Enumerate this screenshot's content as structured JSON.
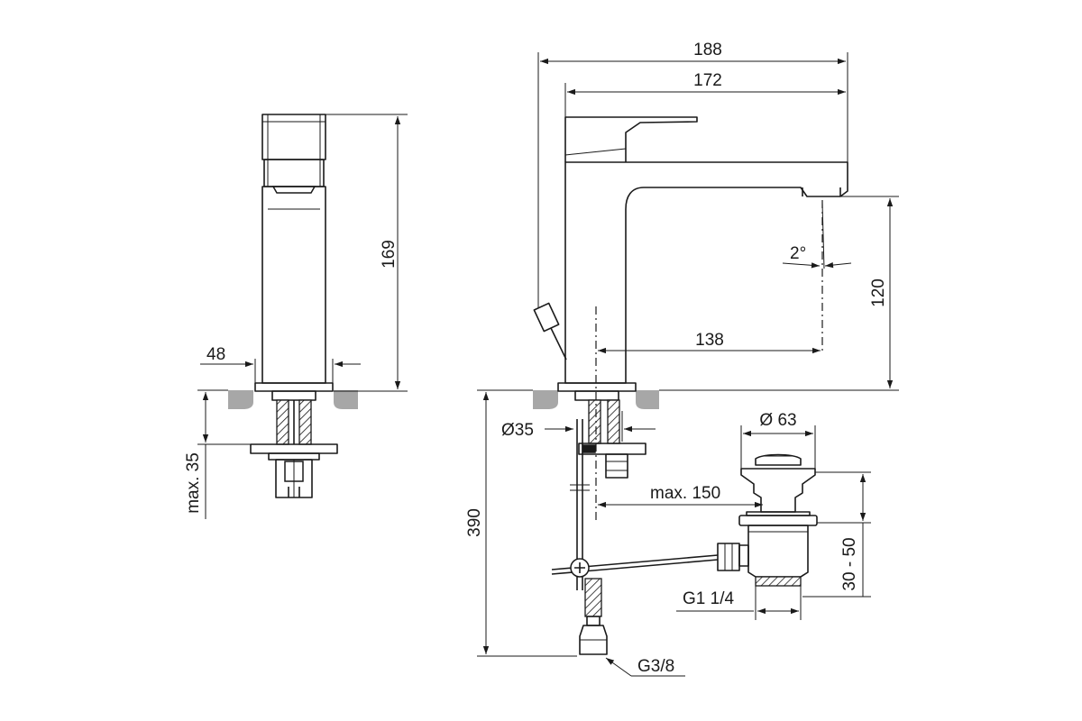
{
  "side_view": {
    "height": "169",
    "width": "48",
    "clamp_depth": "max. 35"
  },
  "front_view": {
    "overall_length": "188",
    "spout_reach": "172",
    "outlet_height": "120",
    "angle": "2°",
    "spout_distance": "138",
    "connection_length": "390",
    "hole_diameter": "Ø35",
    "waste_distance": "max. 150",
    "connection_thread": "G3/8"
  },
  "waste_view": {
    "plug_diameter": "Ø 63",
    "adjust_range": "30 - 50",
    "waste_thread": "G1 1/4"
  }
}
